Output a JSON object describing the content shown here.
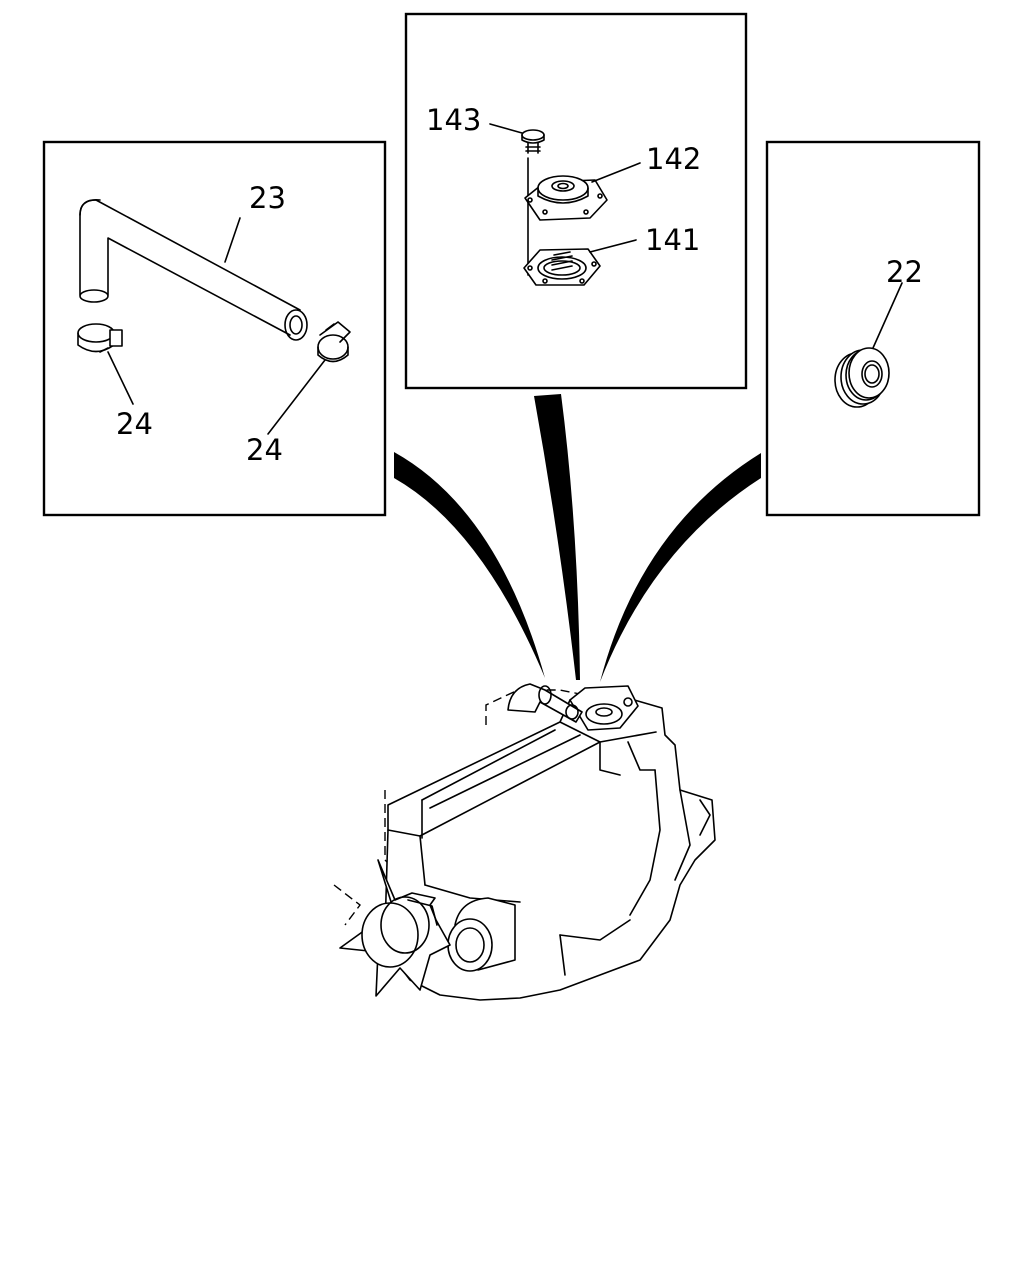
{
  "diagram": {
    "callouts": {
      "hose": "23",
      "clamp_left": "24",
      "clamp_right": "24",
      "screw": "143",
      "cap": "142",
      "gasket": "141",
      "grommet": "22"
    }
  }
}
